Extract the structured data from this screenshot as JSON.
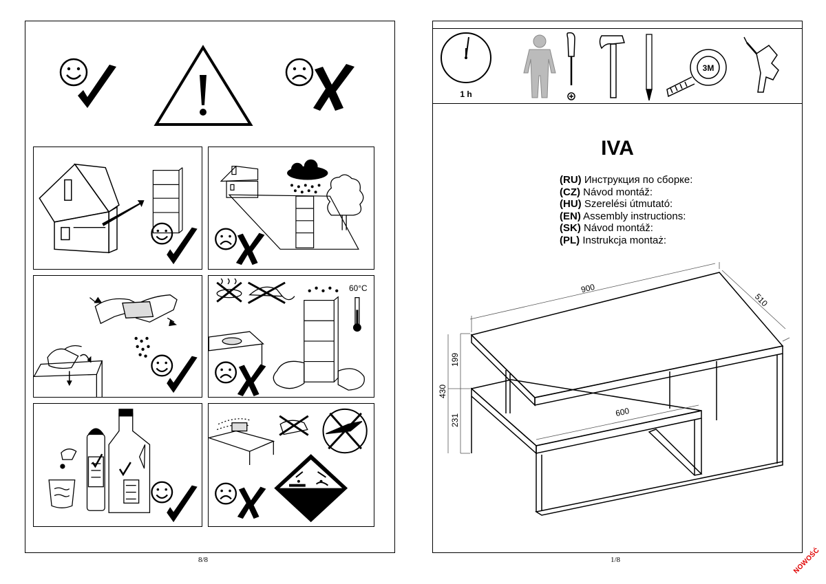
{
  "left_page": {
    "page_number": "8/8",
    "warning_row": {
      "good_icon": "smiley-check-icon",
      "warning_icon": "warning-triangle-icon",
      "bad_icon": "sad-cross-icon"
    },
    "panels": [
      {
        "id": "indoor",
        "verdict": "ok"
      },
      {
        "id": "outdoor",
        "verdict": "not-ok"
      },
      {
        "id": "wipe-dry-cloth",
        "verdict": "ok"
      },
      {
        "id": "no-water-heat",
        "verdict": "not-ok",
        "temperature_label": "60°C"
      },
      {
        "id": "mild-cleaners",
        "verdict": "ok"
      },
      {
        "id": "no-abrasives-corrosive",
        "verdict": "not-ok"
      }
    ]
  },
  "right_page": {
    "page_number": "1/8",
    "tools": {
      "time_label": "1 h",
      "icons": [
        "clock-icon",
        "person-icon",
        "screwdriver-icon",
        "hammer-icon",
        "pencil-icon",
        "tape-measure-icon",
        "drill-icon"
      ],
      "tape_brand": "3M"
    },
    "product_name": "IVA",
    "instructions": [
      {
        "code": "(RU)",
        "text": "Инструкция по сборке:"
      },
      {
        "code": "(CZ)",
        "text": "Návod montáž:"
      },
      {
        "code": "(HU)",
        "text": "Szerelési útmutató:"
      },
      {
        "code": "(EN)",
        "text": "Assembly instructions:"
      },
      {
        "code": "(SK)",
        "text": "Návod montáž:"
      },
      {
        "code": "(PL)",
        "text": "Instrukcja montaż:"
      }
    ],
    "dimensions": {
      "width": "900",
      "depth": "510",
      "height": "430",
      "upper": "199",
      "lower": "231",
      "shelf": "600"
    }
  },
  "badge": "NOWOŚĆ"
}
